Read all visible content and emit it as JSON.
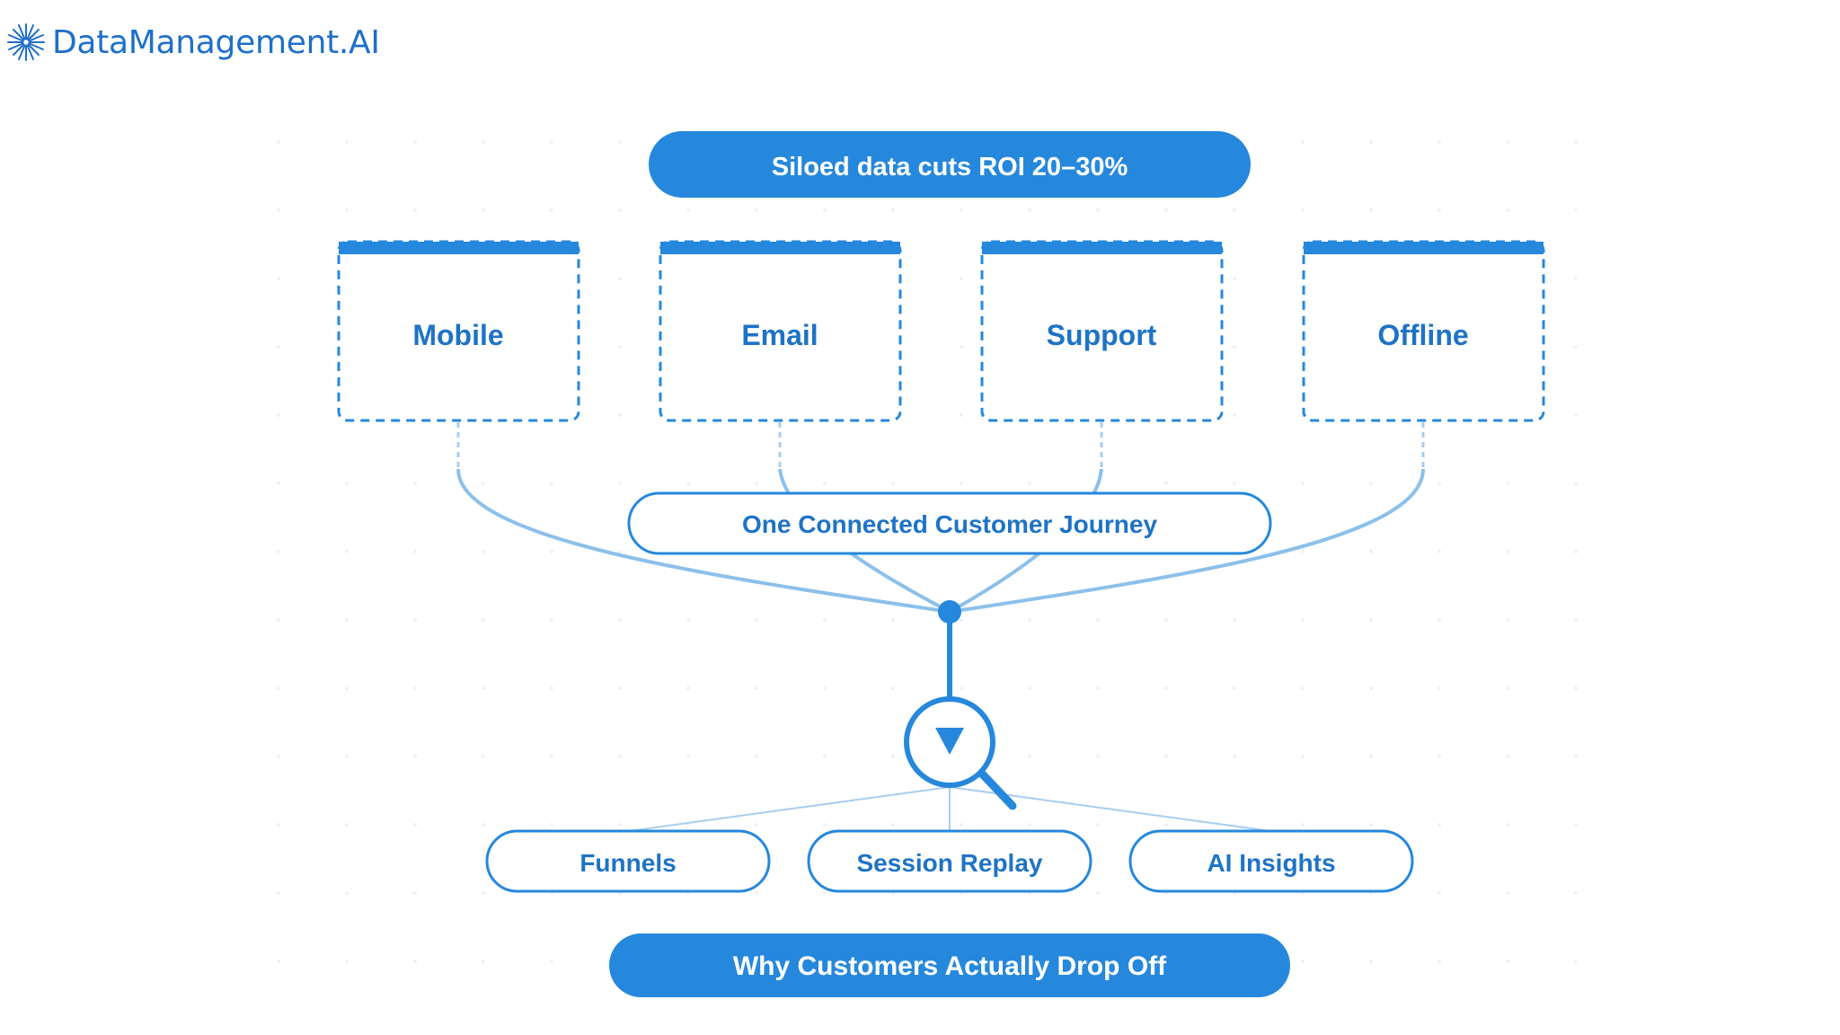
{
  "brand": {
    "logo_text": "DataManagement.AI",
    "logo_icon": "starburst-icon",
    "color": "#1f6fc9"
  },
  "colors": {
    "primary": "#2688dc",
    "dark_text": "#1e73c6",
    "light_line": "#8cc0ea",
    "faint_line": "#a9cdef"
  },
  "header": {
    "title": "Siloed data cuts ROI 20–30%"
  },
  "sources": [
    {
      "label": "Mobile"
    },
    {
      "label": "Email"
    },
    {
      "label": "Support"
    },
    {
      "label": "Offline"
    }
  ],
  "journey": {
    "label": "One Connected Customer Journey"
  },
  "analysis": {
    "icon": "magnifier-filter-icon"
  },
  "tools": [
    {
      "label": "Funnels"
    },
    {
      "label": "Session Replay"
    },
    {
      "label": "AI Insights"
    }
  ],
  "footer": {
    "label": "Why Customers Actually Drop Off"
  }
}
